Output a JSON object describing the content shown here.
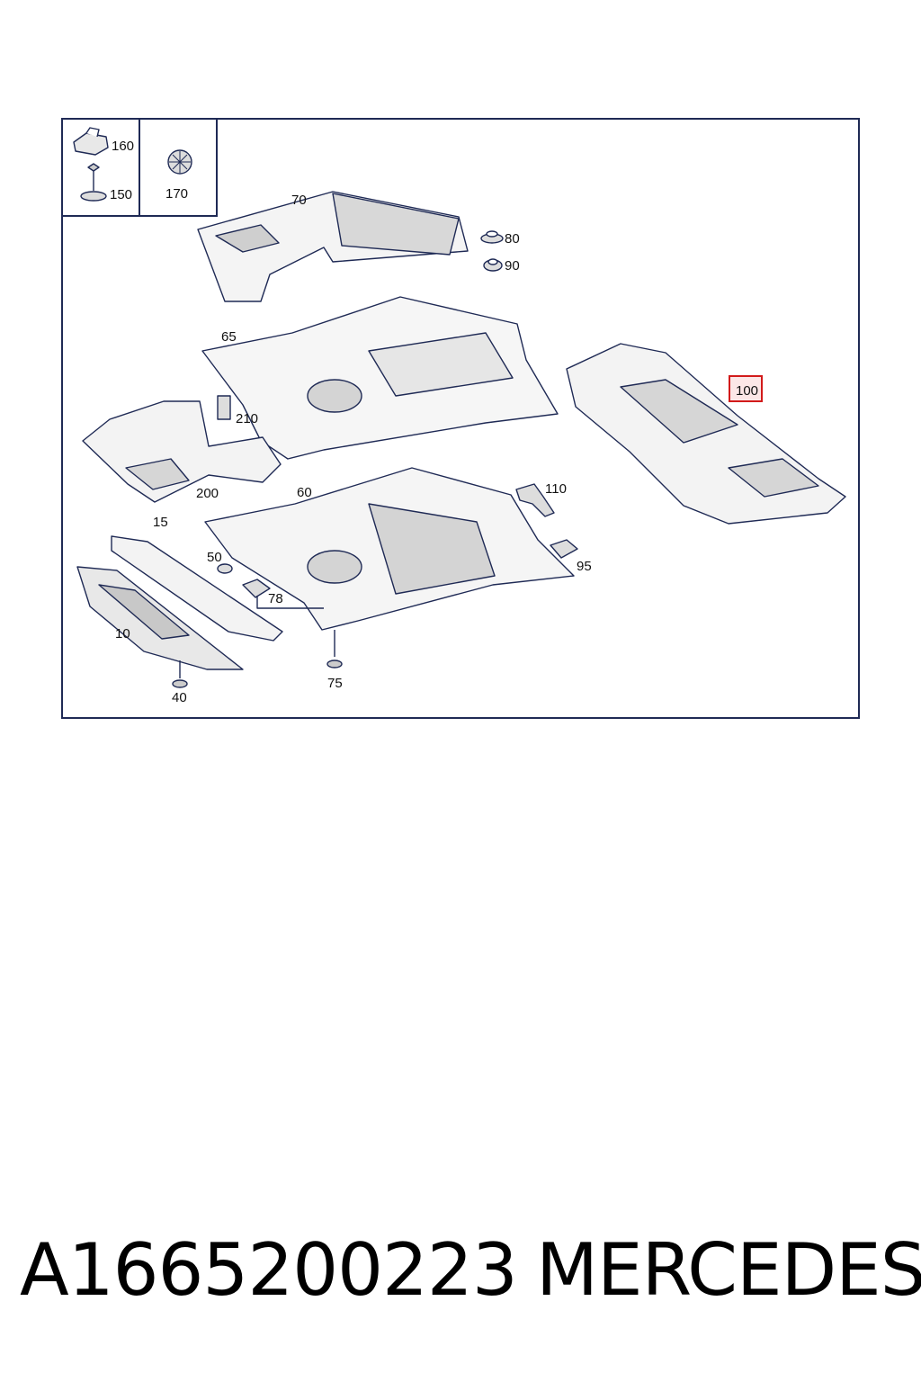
{
  "diagram": {
    "highlight_color": "#d21a1a",
    "line_color": "#1f2a55",
    "legend": {
      "items": [
        {
          "label": "160",
          "icon": "clip-nut-icon"
        },
        {
          "label": "150",
          "icon": "screw-icon"
        },
        {
          "label": "170",
          "icon": "rivet-icon"
        }
      ]
    },
    "callouts": {
      "c70": "70",
      "c80": "80",
      "c90": "90",
      "c65": "65",
      "c100": "100",
      "c210": "210",
      "c200": "200",
      "c60": "60",
      "c110": "110",
      "c15": "15",
      "c50": "50",
      "c95": "95",
      "c78": "78",
      "c10": "10",
      "c75": "75",
      "c40": "40"
    },
    "highlighted_callout": "100"
  },
  "footer": {
    "part_number": "A1665200223",
    "brand": "MERCEDES"
  }
}
